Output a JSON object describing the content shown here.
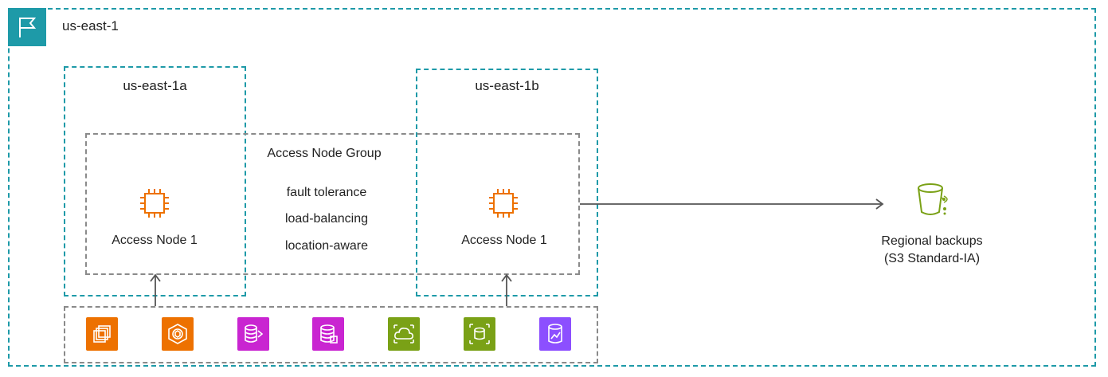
{
  "region": {
    "label": "us-east-1",
    "icon": "flag-icon",
    "color": "#1e9aa8"
  },
  "zones": [
    {
      "label": "us-east-1a"
    },
    {
      "label": "us-east-1b"
    }
  ],
  "access_node_group": {
    "title": "Access Node Group",
    "features": [
      "fault tolerance",
      "load-balancing",
      "location-aware"
    ],
    "nodes": [
      {
        "label": "Access Node 1",
        "icon": "ec2-instance-icon"
      },
      {
        "label": "Access Node 1",
        "icon": "ec2-instance-icon"
      }
    ],
    "node_color": "#ed7100"
  },
  "backup": {
    "label_line1": "Regional backups",
    "label_line2": "(S3 Standard-IA)",
    "icon": "s3-bucket-icon",
    "color": "#7aa116"
  },
  "sources": [
    {
      "icon": "ec2-multiple-instances-icon",
      "color": "#ed7100"
    },
    {
      "icon": "container-service-icon",
      "color": "#ed7100"
    },
    {
      "icon": "database-migration-icon",
      "color": "#c925d1"
    },
    {
      "icon": "rds-database-icon",
      "color": "#c925d1"
    },
    {
      "icon": "cloud-file-storage-icon",
      "color": "#7aa116"
    },
    {
      "icon": "block-storage-icon",
      "color": "#7aa116"
    },
    {
      "icon": "analytics-database-icon",
      "color": "#8c4fff"
    }
  ]
}
